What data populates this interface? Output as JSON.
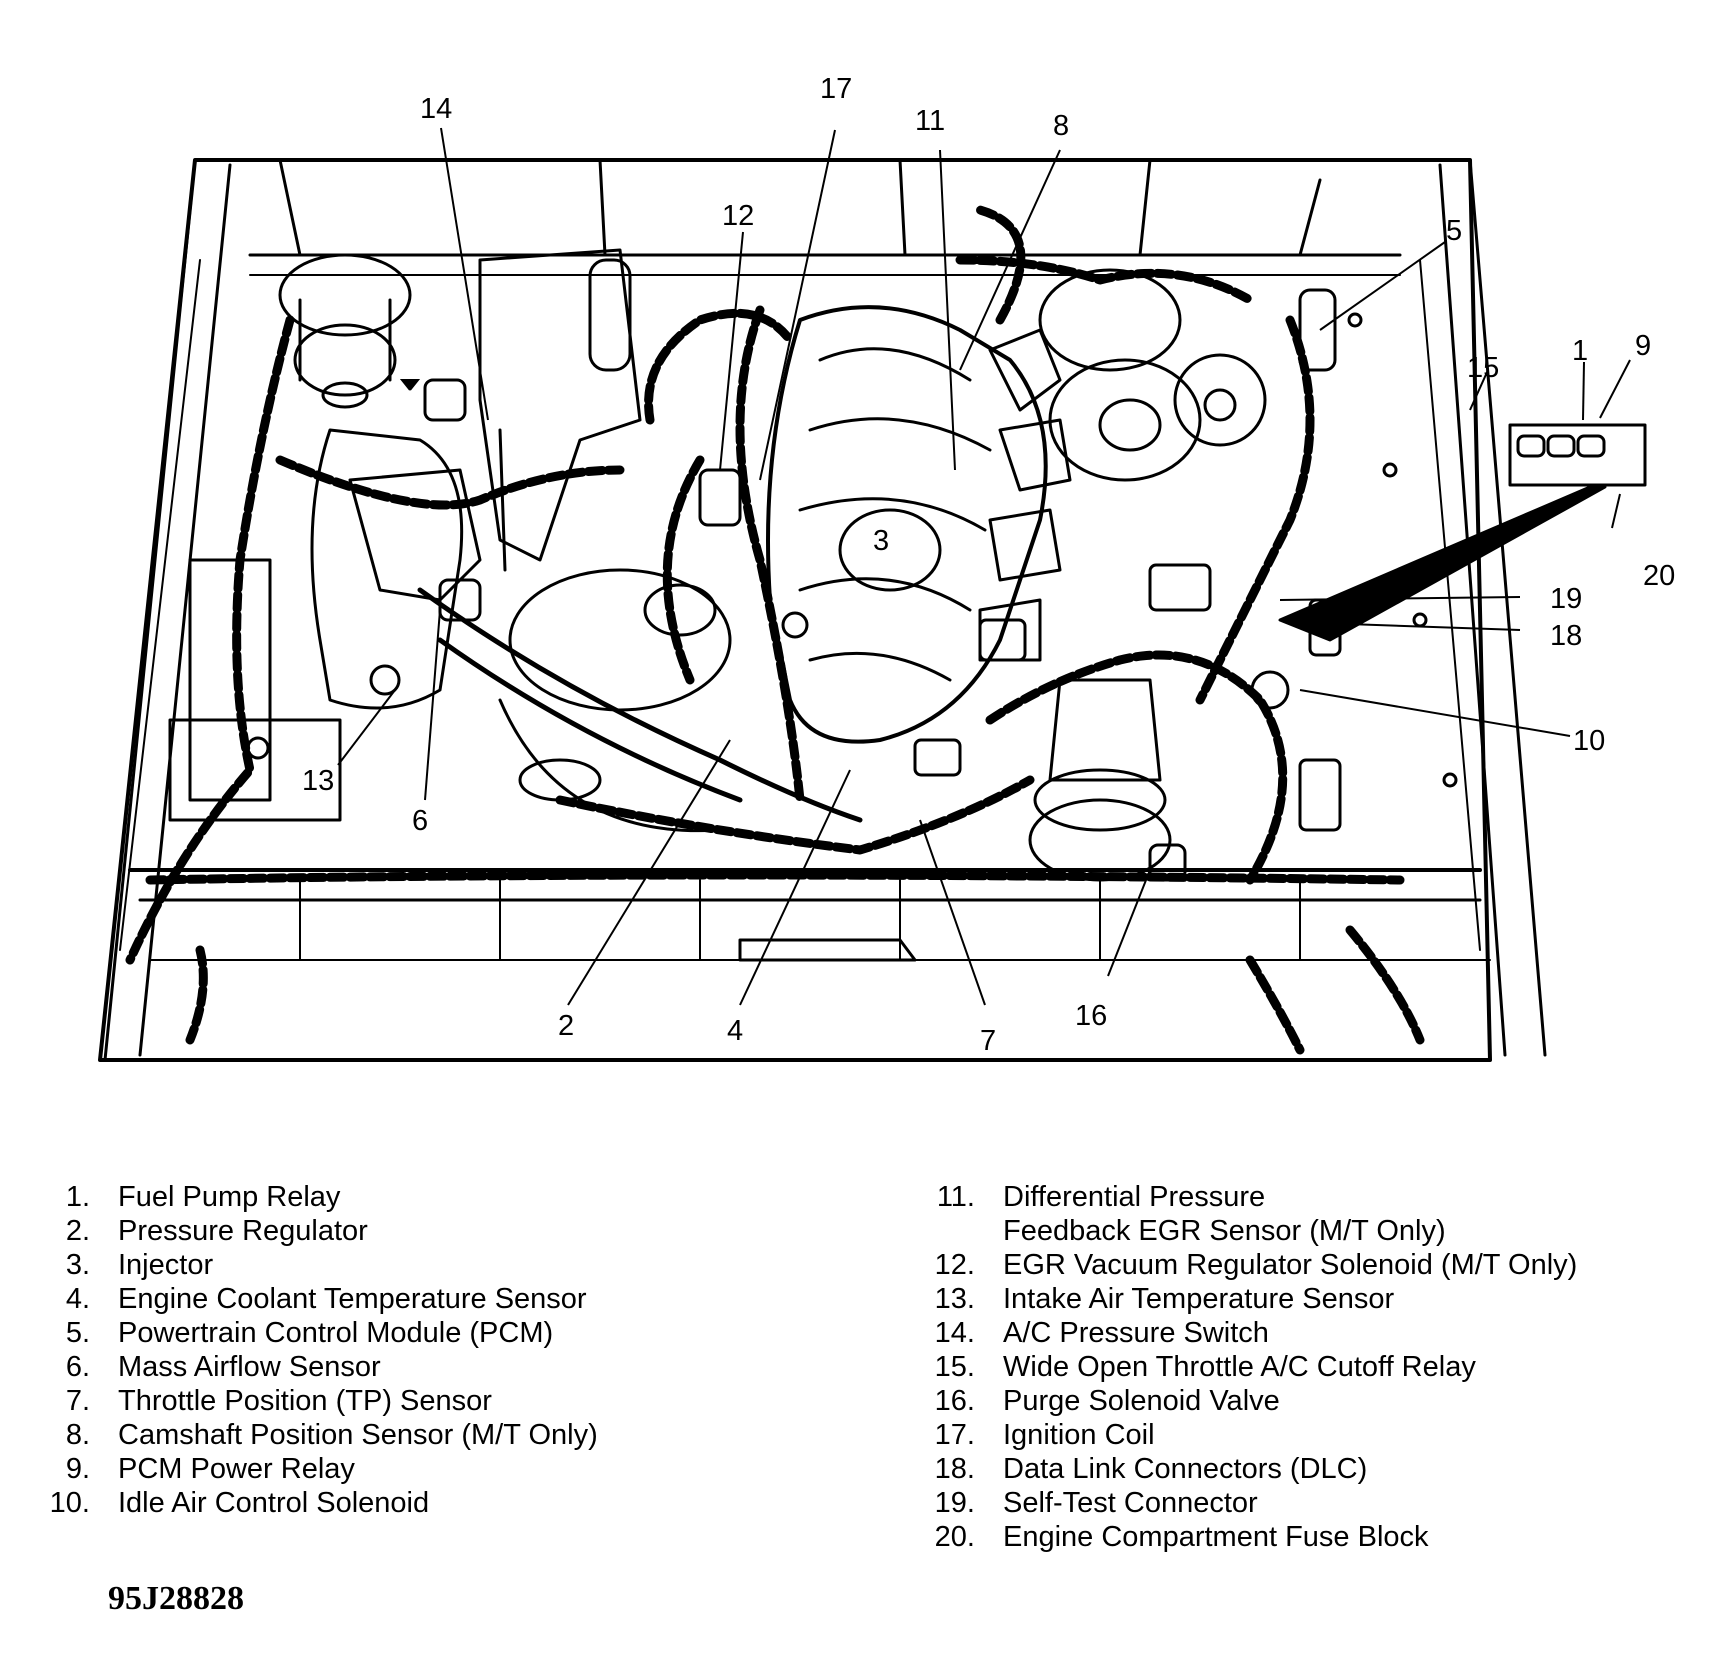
{
  "callouts": [
    "1",
    "2",
    "3",
    "4",
    "5",
    "6",
    "7",
    "8",
    "9",
    "10",
    "11",
    "12",
    "13",
    "14",
    "15",
    "16",
    "17",
    "18",
    "19",
    "20"
  ],
  "legend": [
    {
      "num": "1.",
      "text": "Fuel Pump Relay"
    },
    {
      "num": "2.",
      "text": "Pressure Regulator"
    },
    {
      "num": "3.",
      "text": "Injector"
    },
    {
      "num": "4.",
      "text": "Engine Coolant Temperature Sensor"
    },
    {
      "num": "5.",
      "text": "Powertrain Control Module (PCM)"
    },
    {
      "num": "6.",
      "text": "Mass Airflow Sensor"
    },
    {
      "num": "7.",
      "text": "Throttle Position (TP) Sensor"
    },
    {
      "num": "8.",
      "text": "Camshaft Position Sensor (M/T Only)"
    },
    {
      "num": "9.",
      "text": "PCM Power Relay"
    },
    {
      "num": "10.",
      "text": "Idle Air Control Solenoid"
    },
    {
      "num": "11.",
      "text": "Differential Pressure"
    },
    {
      "num": "",
      "text": "Feedback EGR Sensor (M/T Only)"
    },
    {
      "num": "12.",
      "text": "EGR Vacuum Regulator Solenoid (M/T Only)"
    },
    {
      "num": "13.",
      "text": "Intake Air Temperature Sensor"
    },
    {
      "num": "14.",
      "text": "A/C Pressure Switch"
    },
    {
      "num": "15.",
      "text": "Wide Open Throttle A/C Cutoff Relay"
    },
    {
      "num": "16.",
      "text": "Purge Solenoid Valve"
    },
    {
      "num": "17.",
      "text": "Ignition Coil"
    },
    {
      "num": "18.",
      "text": "Data Link Connectors (DLC)"
    },
    {
      "num": "19.",
      "text": "Self-Test Connector"
    },
    {
      "num": "20.",
      "text": "Engine Compartment Fuse Block"
    }
  ],
  "figure_code": "95J28828"
}
